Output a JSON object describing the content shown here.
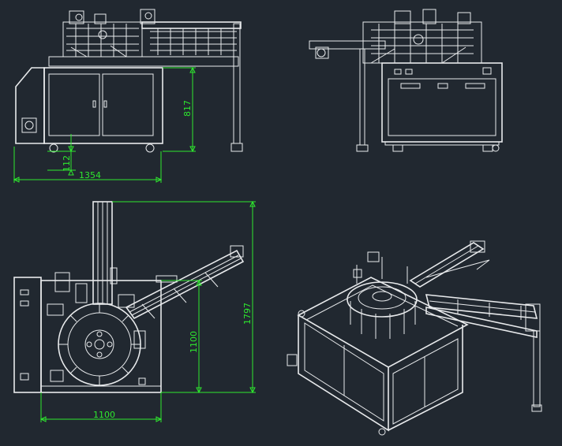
{
  "dimensions": {
    "front_width": "1354",
    "front_height": "817",
    "front_clearance": "112",
    "top_width": "1100",
    "top_depth": "1100",
    "top_length": "1797"
  },
  "colors": {
    "background": "#212830",
    "line": "#e8eaec",
    "dimension": "#2ee82e"
  }
}
